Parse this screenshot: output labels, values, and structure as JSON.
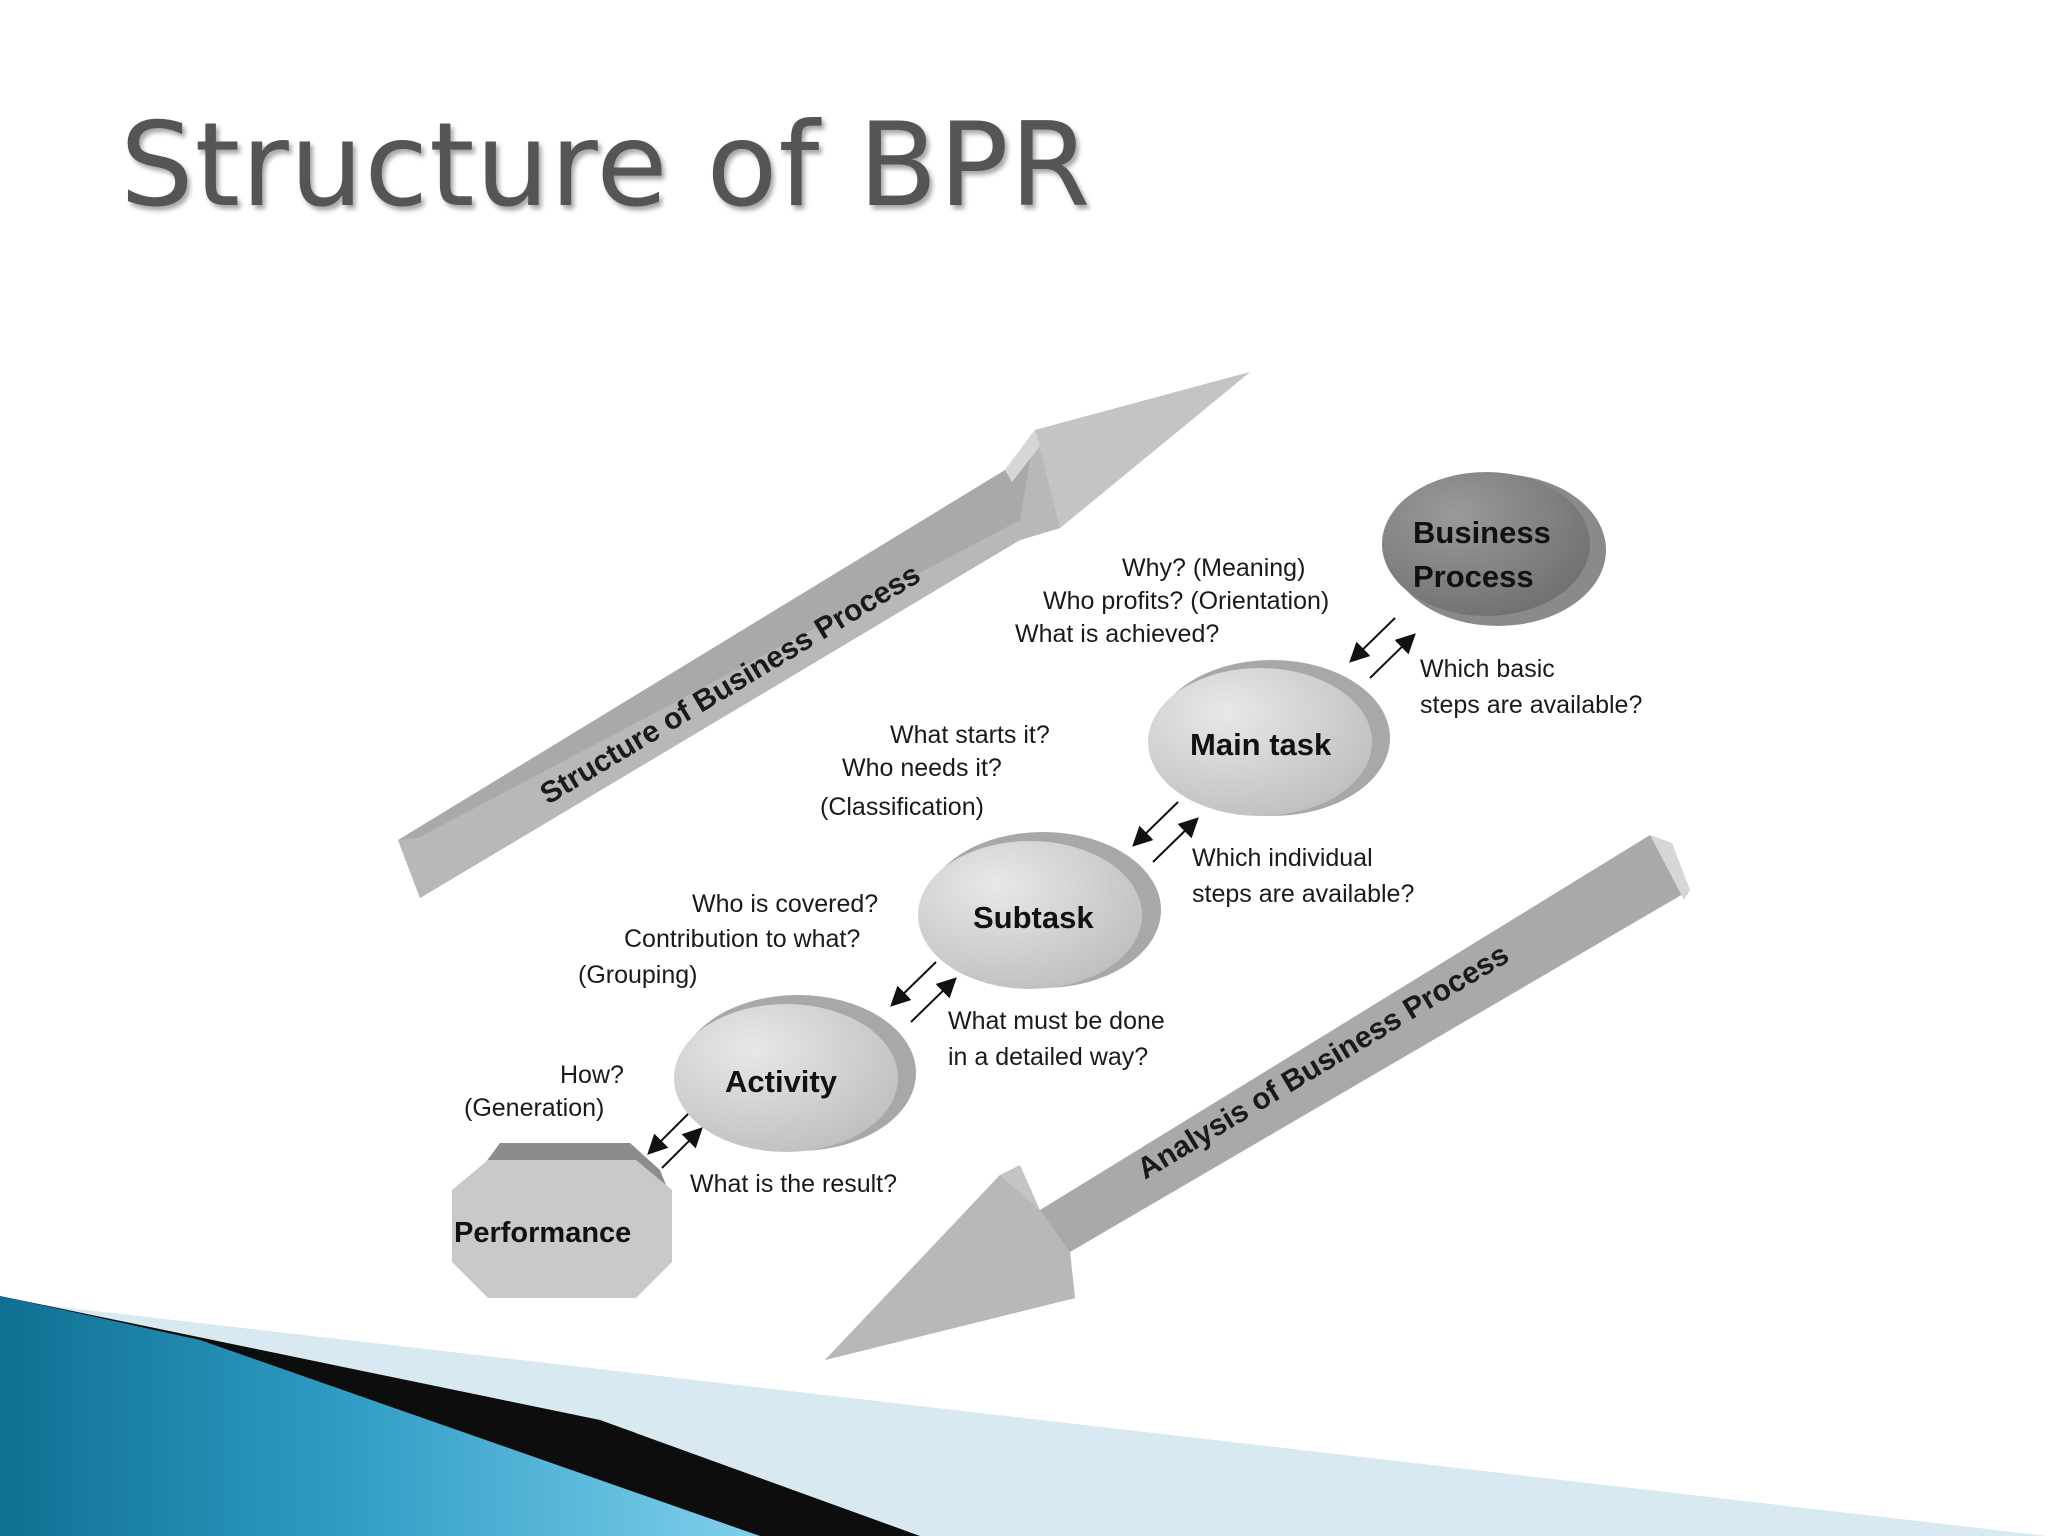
{
  "slide": {
    "title": "Structure of BPR"
  },
  "diagram": {
    "nodes": {
      "business_process_line1": "Business",
      "business_process_line2": "Process",
      "main_task": "Main task",
      "subtask": "Subtask",
      "activity": "Activity",
      "performance": "Performance"
    },
    "arrows": {
      "up": "Structure of Business Process",
      "down": "Analysis of Business Process"
    },
    "questions": {
      "bp_q1": "Why? (Meaning)",
      "bp_q2": "Who profits? (Orientation)",
      "bp_q3": "What is achieved?",
      "bp_mt_1": "Which basic",
      "bp_mt_2": "steps are available?",
      "mt_q1": "What starts it?",
      "mt_q2": "Who needs it?",
      "mt_q3": "(Classification)",
      "mt_st_1": "Which individual",
      "mt_st_2": "steps are available?",
      "st_q1": "Who is covered?",
      "st_q2": "Contribution to what?",
      "st_q3": "(Grouping)",
      "st_ac_1": "What must be done",
      "st_ac_2": "in a detailed way?",
      "ac_q1": "How?",
      "ac_q2": "(Generation)",
      "ac_pf_1": "What is the result?"
    }
  }
}
